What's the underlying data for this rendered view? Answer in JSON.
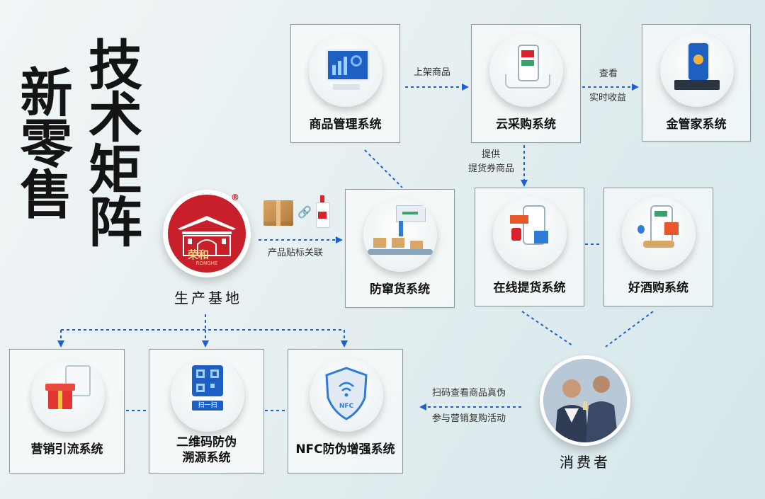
{
  "title": {
    "line1": "技术矩阵",
    "line2": "新零售"
  },
  "nodes": {
    "production": {
      "label": "生产基地",
      "logo_text": "荣和",
      "logo_sub": "RONGHE",
      "logo_mark": "®"
    },
    "consumer": {
      "label": "消费者"
    }
  },
  "systems": {
    "goods_mgmt": "商品管理系统",
    "cloud_purchase": "云采购系统",
    "gold_steward": "金管家系统",
    "anti_smuggle": "防窜货系统",
    "online_pickup": "在线提货系统",
    "good_wine": "好酒购系统",
    "marketing": "营销引流系统",
    "qr_trace": "二维码防伪\n溯源系统",
    "nfc": "NFC防伪增强系统"
  },
  "edge_labels": {
    "listing": "上架商品",
    "view": "查看",
    "realtime_income": "实时收益",
    "provide": "提供",
    "voucher_goods": "提货券商品",
    "product_link": "产品贴标关联",
    "scan_verify": "扫码查看商品真伪",
    "join_marketing": "参与营销复购活动"
  },
  "icon_labels": {
    "scan_tag": "扫一扫"
  },
  "colors": {
    "arrow": "#1f5fd6",
    "logo_red": "#c8202a",
    "accent_blue": "#2f7bd8"
  }
}
